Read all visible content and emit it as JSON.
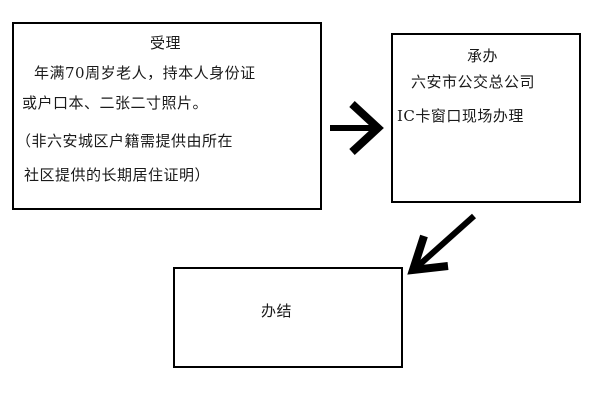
{
  "diagram": {
    "accept": {
      "title": "受理",
      "lines": [
        "年满70周岁老人，持本人身份证",
        "或户口本、二张二寸照片。",
        "（非六安城区户籍需提供由所在",
        "社区提供的长期居住证明）"
      ]
    },
    "handle": {
      "title": "承办",
      "lines": [
        "六安市公交总公司",
        "IC卡窗口现场办理"
      ]
    },
    "finish": {
      "title": "办结"
    }
  },
  "colors": {
    "stroke": "#000000",
    "background": "#ffffff",
    "text": "#1a1a1a"
  }
}
